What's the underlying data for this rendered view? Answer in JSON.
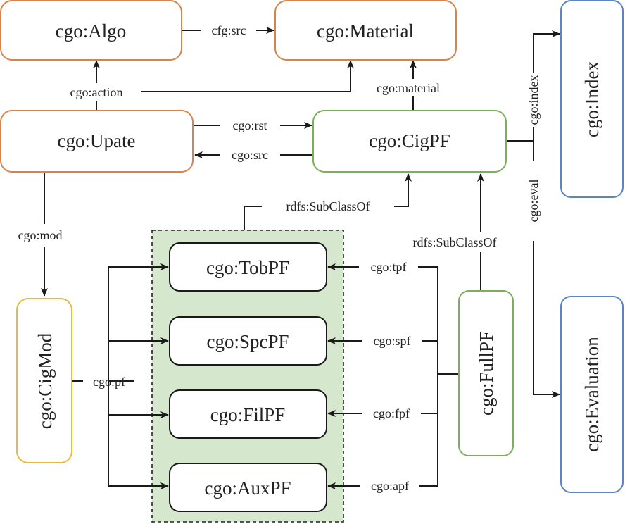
{
  "colors": {
    "orange": "#D9834C",
    "green": "#7BAF5A",
    "yellow": "#E8B93B",
    "blue": "#5B84C4",
    "black": "#1a1a1a",
    "group_fill": "#D5E8CE"
  },
  "nodes": {
    "algo": "cgo:Algo",
    "material": "cgo:Material",
    "upate": "cgo:Upate",
    "cigpf": "cgo:CigPF",
    "index": "cgo:Index",
    "cigmod": "cgo:CigMod",
    "tobpf": "cgo:TobPF",
    "spcpf": "cgo:SpcPF",
    "filpf": "cgo:FilPF",
    "auxpf": "cgo:AuxPF",
    "fullpf": "cgo:FullPF",
    "evaluation": "cgo:Evaluation"
  },
  "edges": {
    "cfg_src": "cfg:src",
    "action": "cgo:action",
    "material": "cgo:material",
    "rst": "cgo:rst",
    "src": "cgo:src",
    "index": "cgo:index",
    "eval": "cgo:eval",
    "mod": "cgo:mod",
    "subclass_group": "rdfs:SubClassOf",
    "subclass_full": "rdfs:SubClassOf",
    "pf": "cgo:pf",
    "tpf": "cgo:tpf",
    "spf": "cgo:spf",
    "fpf": "cgo:fpf",
    "apf": "cgo:apf"
  }
}
